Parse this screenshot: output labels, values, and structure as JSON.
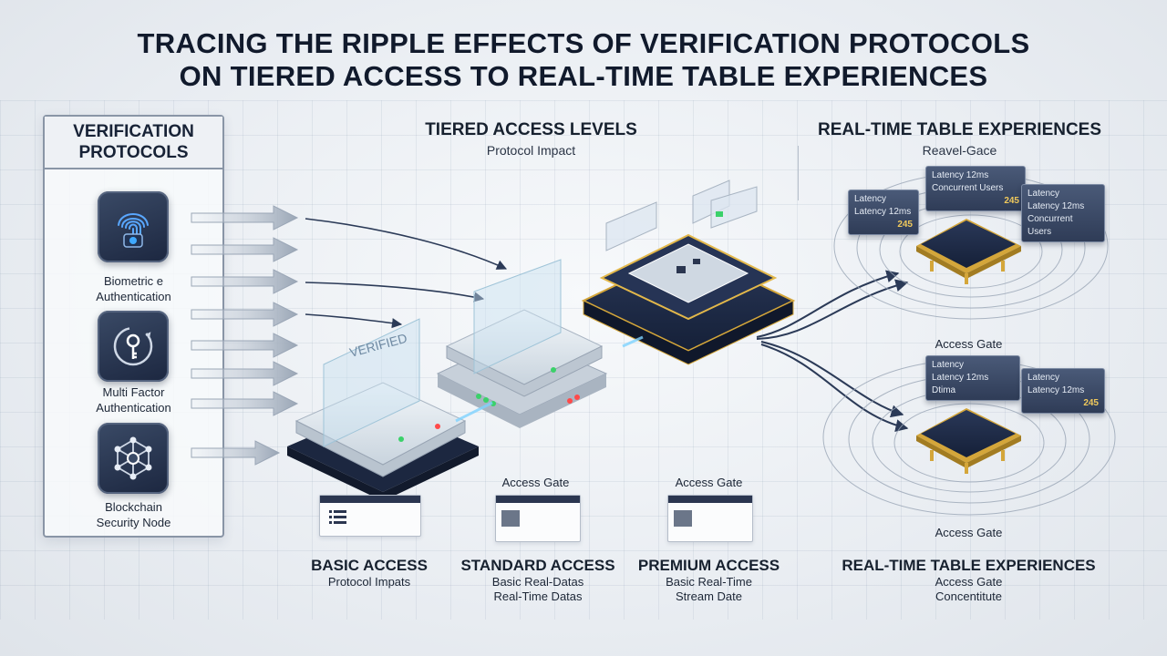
{
  "title": {
    "line1": "TRACING THE RIPPLE EFFECTS OF VERIFICATION PROTOCOLS",
    "line2": "ON TIERED ACCESS TO REAL-TIME TABLE EXPERIENCES"
  },
  "left_panel": {
    "heading_line1": "VERIFICATION",
    "heading_line2": "PROTOCOLS",
    "protocols": [
      {
        "line1": "Biometric e",
        "line2": "Authentication",
        "icon": "fingerprint-icon"
      },
      {
        "line1": "Multi Factor",
        "line2": "Authentication",
        "icon": "key-icon"
      },
      {
        "line1": "Blockchain",
        "line2": "Security Node",
        "icon": "network-nodes-icon"
      }
    ]
  },
  "middle": {
    "heading": "TIERED ACCESS LEVELS",
    "subheading": "Protocol Impact",
    "verified_label": "VERIFIED",
    "gates": [
      "Access Gate",
      "Access Gate"
    ],
    "tiers": [
      {
        "title": "BASIC ACCESS",
        "line1": "Protocol Impats",
        "line2": ""
      },
      {
        "title": "STANDARD ACCESS",
        "line1": "Basic Real-Datas",
        "line2": "Real-Time Datas"
      },
      {
        "title": "PREMIUM ACCESS",
        "line1": "Basic Real-Time",
        "line2": "Stream Date"
      }
    ]
  },
  "right": {
    "heading": "REAL-TIME TABLE EXPERIENCES",
    "subheading": "Reavel-Gace",
    "gates": [
      "Access Gate",
      "Access Gate"
    ],
    "bottom_title": "REAL-TIME TABLE EXPERIENCES",
    "bottom_line1": "Access Gate",
    "bottom_line2": "Concentitute",
    "latency_cards": [
      {
        "l1": "Latency",
        "l2": "Latency 12ms",
        "v": "245"
      },
      {
        "l1": "Latency 12ms",
        "l2": "Concurrent Users",
        "v": "245"
      },
      {
        "l1": "Latency",
        "l2": "Latency 12ms",
        "v": "Concurrent Users"
      },
      {
        "l1": "Latency",
        "l2": "Latency 12ms",
        "v": "Dtima"
      },
      {
        "l1": "Latency",
        "l2": "Latency 12ms",
        "v": "245"
      }
    ]
  },
  "colors": {
    "navy": "#1f2b45",
    "gold": "#d4a63a",
    "glass": "#dfe9f0",
    "accent_blue": "#2a6fd1"
  }
}
